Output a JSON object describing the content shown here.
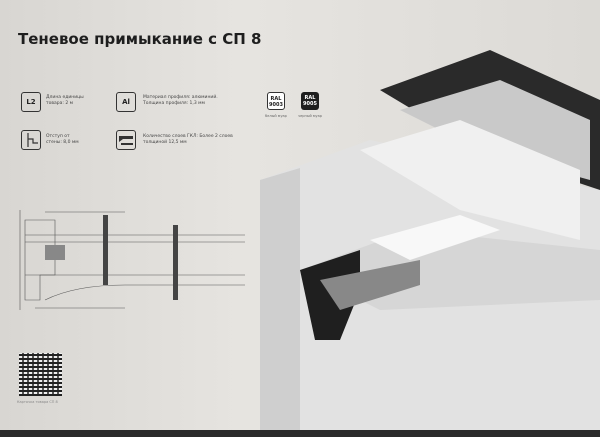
{
  "title": "Теневое примыкание с СП 8",
  "specs": [
    {
      "icon": "L2",
      "text": "Длина единицы товара: 2 м"
    },
    {
      "icon": "Al",
      "text": "Материал профиля: алюминий. Толщина профиля: 1,3 мм"
    },
    {
      "icon": "wall-offset-icon",
      "text": "Отступ от стены: 8,0 мм"
    },
    {
      "icon": "drywall-layers-icon",
      "text": "Количество слоев ГКЛ: Более 2 слоев толщиной 12,5 мм"
    }
  ],
  "colors": [
    {
      "code": "RAL",
      "number": "9003",
      "caption": "белый муар",
      "bg": "#ffffff",
      "fg": "#222222"
    },
    {
      "code": "RAL",
      "number": "9005",
      "caption": "черный муар",
      "bg": "#1e1e1e",
      "fg": "#ffffff"
    }
  ],
  "qr_caption": "Карточка товара СП 8"
}
